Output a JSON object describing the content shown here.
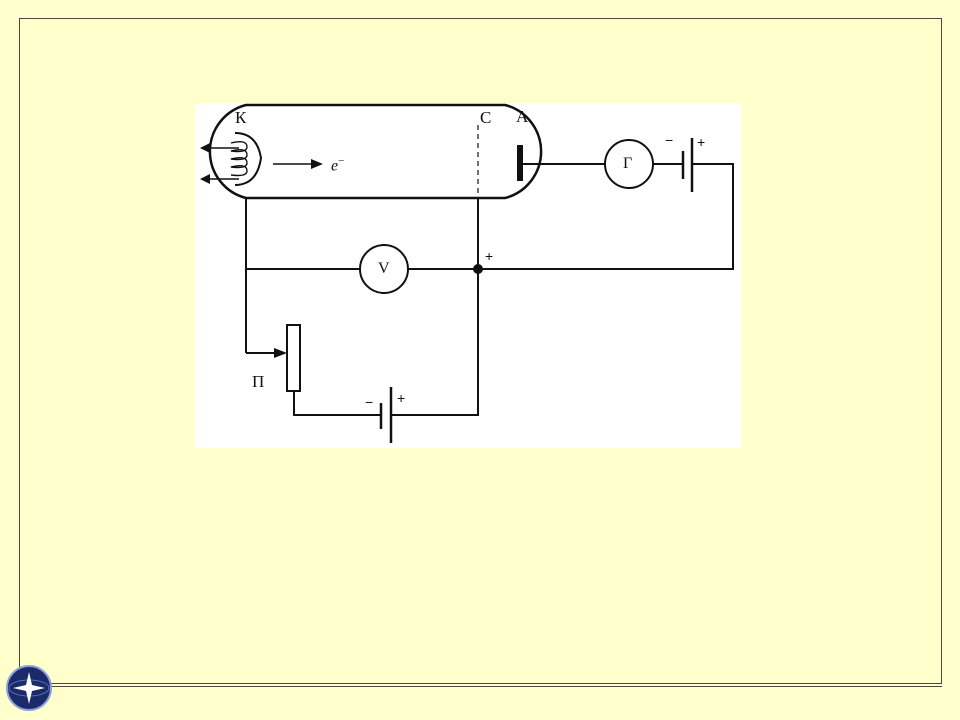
{
  "diagram": {
    "cathode_label": "К",
    "grid_label": "С",
    "anode_label": "А",
    "electron_label": "e",
    "electron_charge": "−",
    "galvanometer_label": "Г",
    "voltmeter_label": "V",
    "potentiometer_label": "П",
    "junction_plus": "+",
    "battery_top_minus": "−",
    "battery_top_plus": "+",
    "battery_bottom_minus": "−",
    "battery_bottom_plus": "+"
  },
  "colors": {
    "background": "#ffffcc",
    "panel": "#ffffff",
    "ink": "#111111",
    "logo_bg": "#1a2a6a"
  },
  "icons": {
    "logo": "star-globe-logo"
  }
}
